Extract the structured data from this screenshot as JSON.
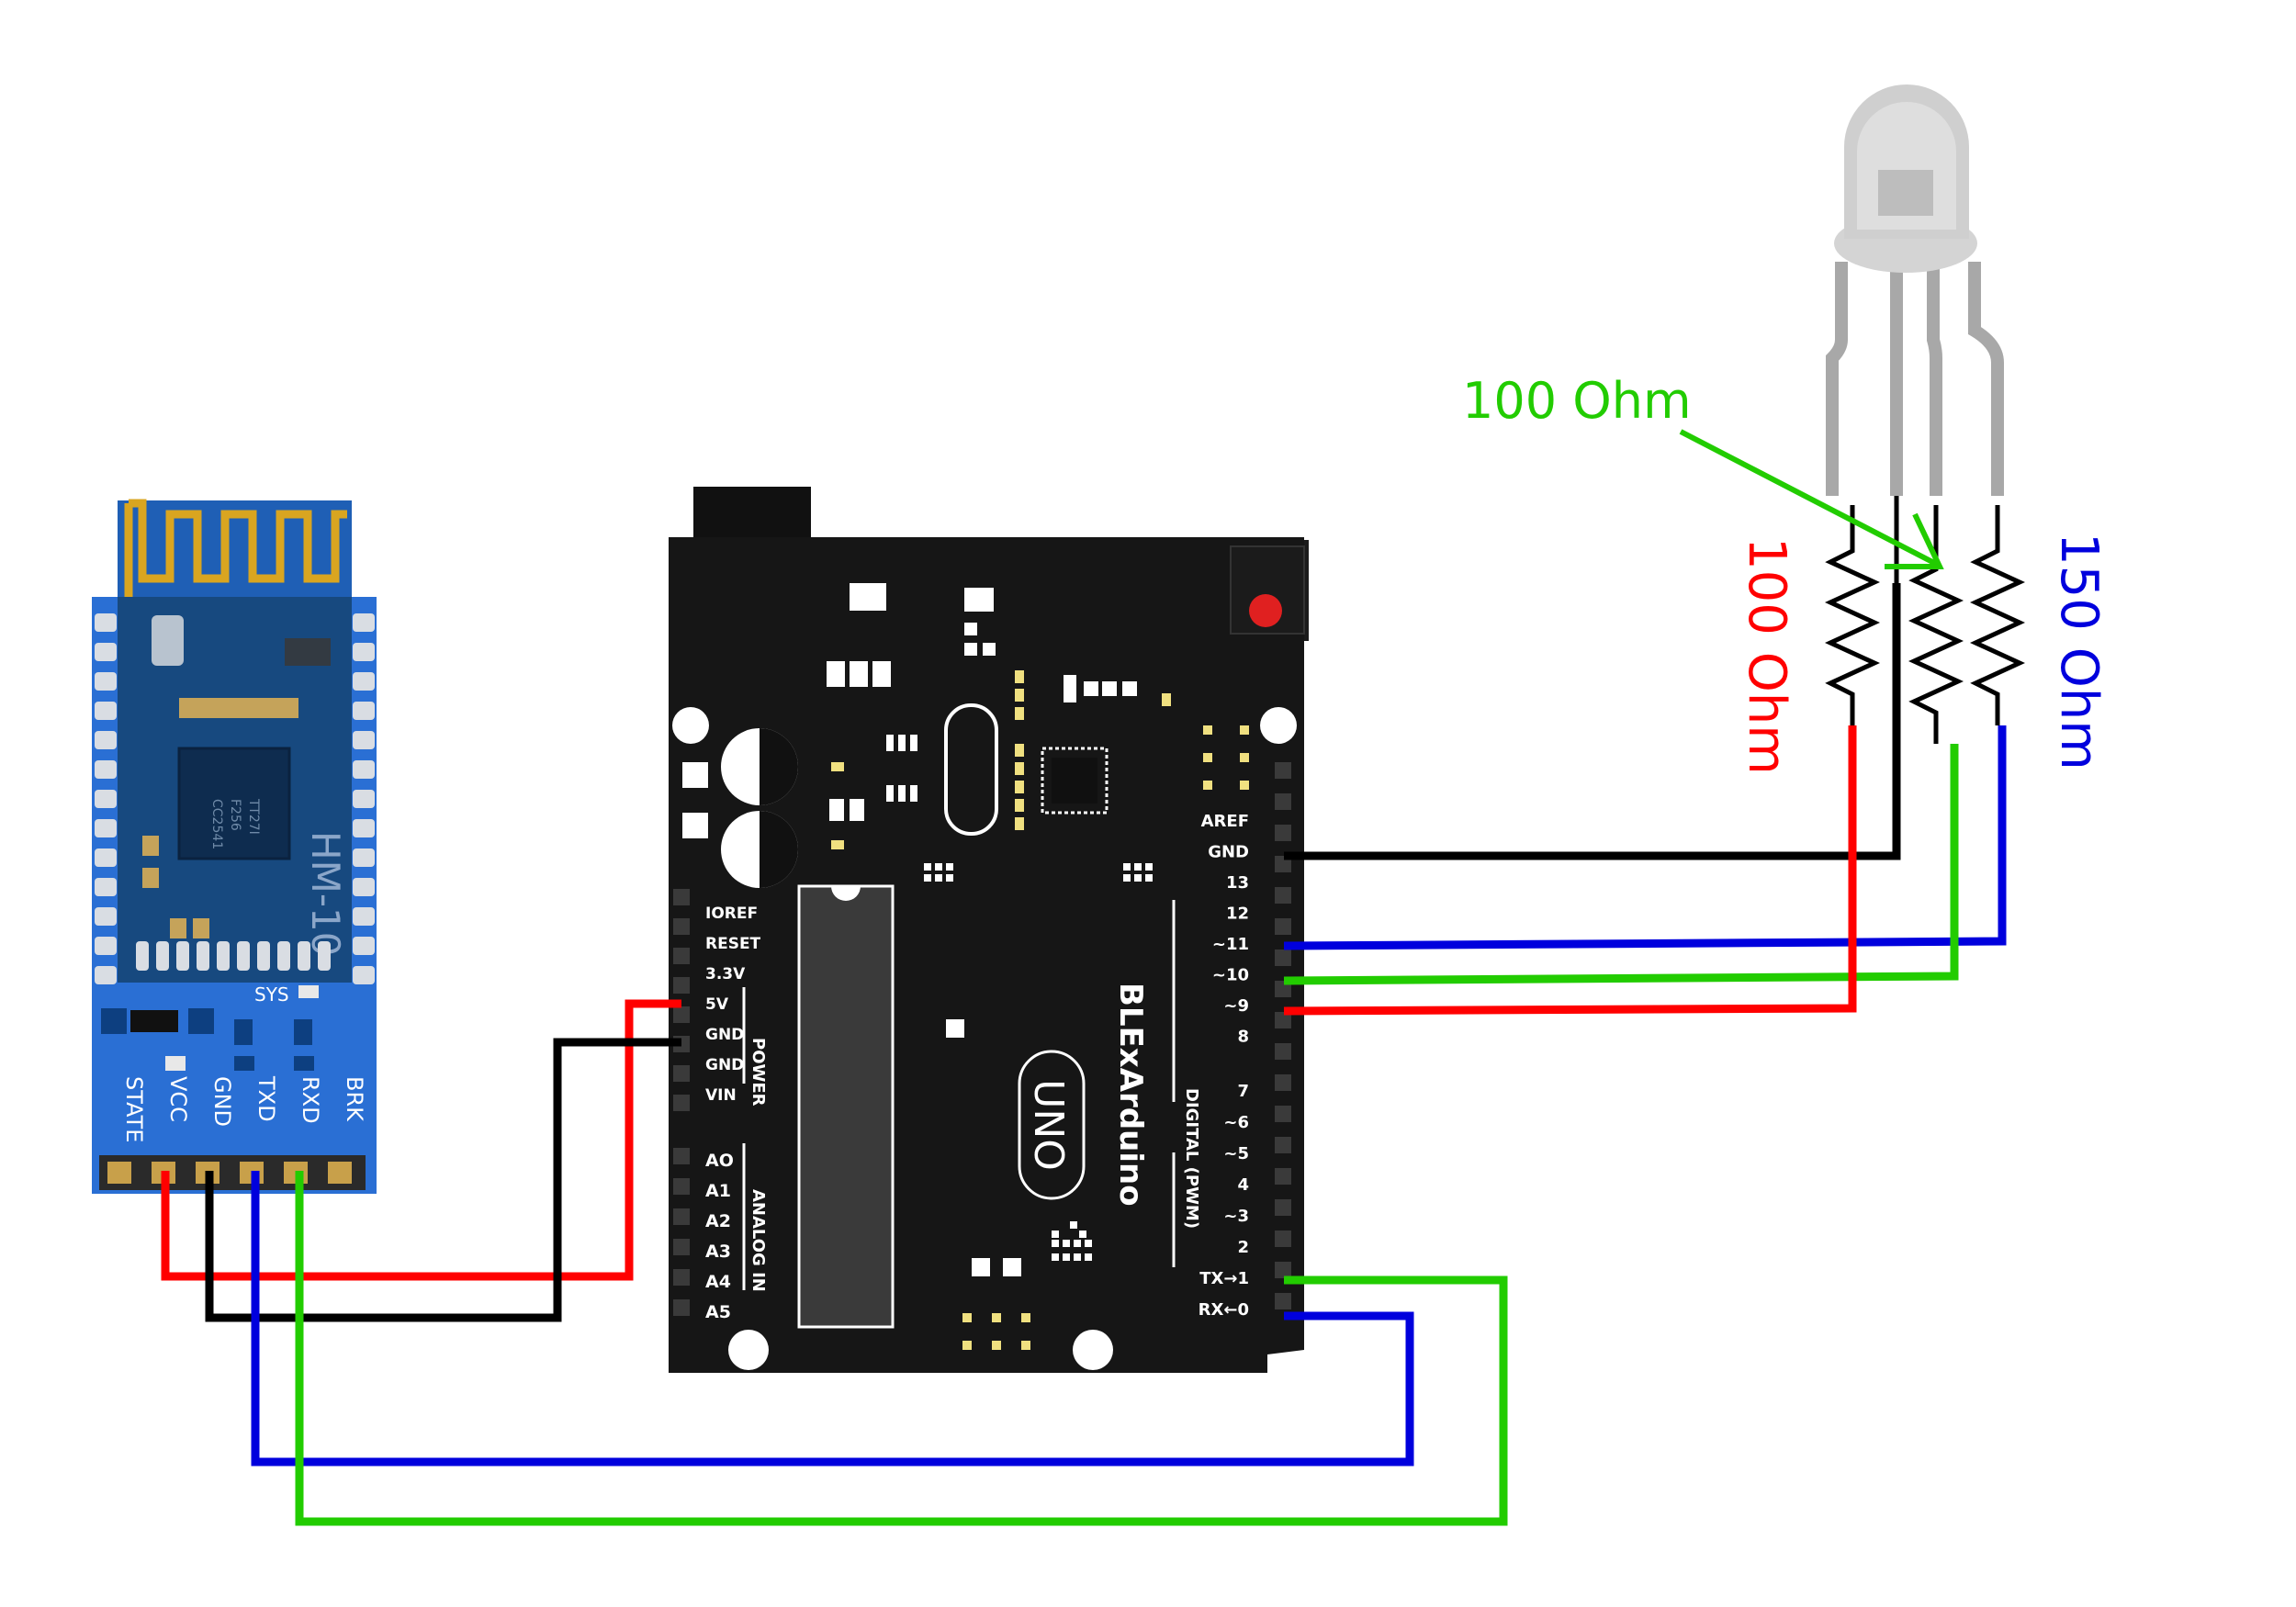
{
  "hm10": {
    "model": "HM-10",
    "chip_text": [
      "CC2541",
      "F256",
      "TT27I"
    ],
    "sys_label": "SYS",
    "pins": [
      "STATE",
      "VCC",
      "GND",
      "TXD",
      "RXD",
      "BRK"
    ]
  },
  "arduino": {
    "name": "BLExArduino",
    "logo": "UNO",
    "power_header": [
      "IOREF",
      "RESET",
      "3.3V",
      "5V",
      "GND",
      "GND",
      "VIN"
    ],
    "power_label": "POWER",
    "analog_header": [
      "AO",
      "A1",
      "A2",
      "A3",
      "A4",
      "A5"
    ],
    "analog_label": "ANALOG IN",
    "digital_header": [
      "AREF",
      "GND",
      "13",
      "12",
      "~11",
      "~10",
      "~9",
      "8",
      "7",
      "~6",
      "~5",
      "4",
      "~3",
      "2",
      "TX→1",
      "RX←0"
    ],
    "digital_label": "DIGITAL (PWM)"
  },
  "resistors": {
    "red": "100 Ohm",
    "green": "100 Ohm",
    "blue": "150 Ohm"
  },
  "colors": {
    "red": "#ff0000",
    "green": "#22cc00",
    "blue": "#0000dd",
    "black": "#000000",
    "hm10_blue": "#1f6fd0",
    "board_black": "#161616",
    "gold": "#d9a520"
  }
}
